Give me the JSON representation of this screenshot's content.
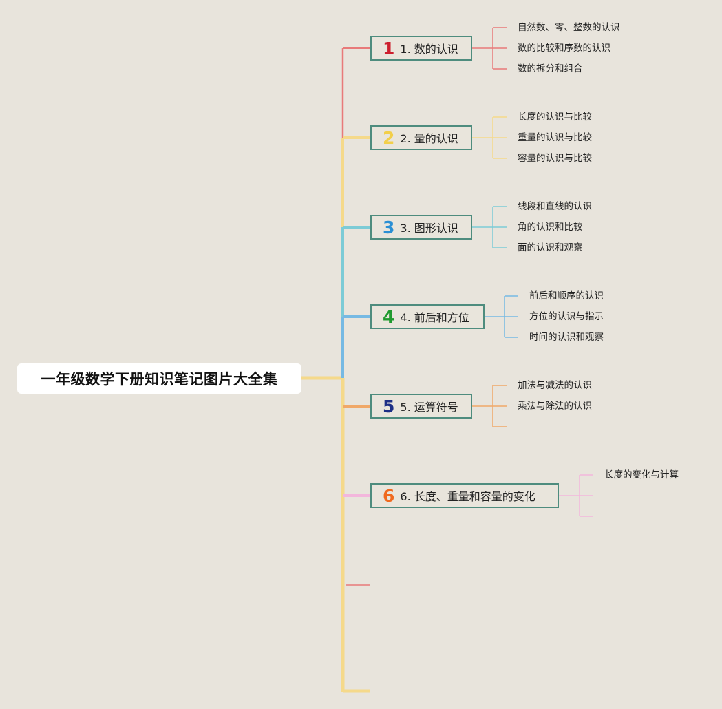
{
  "title": "一年级数学下册知识笔记图片大全集",
  "topics": [
    {
      "badge": "1",
      "label": "1. 数的认识",
      "color": "#cc1f2e",
      "line": "#e87a7a",
      "children": [
        "自然数、零、整数的认识",
        "数的比较和序数的认识",
        "数的拆分和组合"
      ]
    },
    {
      "badge": "2",
      "label": "2. 量的认识",
      "color": "#f2cf4a",
      "line": "#f5d98a",
      "children": [
        "长度的认识与比较",
        "重量的认识与比较",
        "容量的认识与比较"
      ]
    },
    {
      "badge": "3",
      "label": "3. 图形认识",
      "color": "#2a8fd4",
      "line": "#7ccbd6",
      "children": [
        "线段和直线的认识",
        "角的认识和比较",
        "面的认识和观察"
      ]
    },
    {
      "badge": "4",
      "label": "4. 前后和方位",
      "color": "#1f9a2e",
      "line": "#76b9e3",
      "children": [
        "前后和顺序的认识",
        "方位的认识与指示",
        "时间的认识和观察"
      ]
    },
    {
      "badge": "5",
      "label": "5. 运算符号",
      "color": "#1d2f86",
      "line": "#f0a868",
      "children": [
        "加法与减法的认识",
        "乘法与除法的认识"
      ]
    },
    {
      "badge": "6",
      "label": "6. 长度、重量和容量的变化",
      "color": "#f06a1f",
      "line": "#f3b6dc",
      "children": [
        "长度的变化与计算"
      ]
    }
  ]
}
